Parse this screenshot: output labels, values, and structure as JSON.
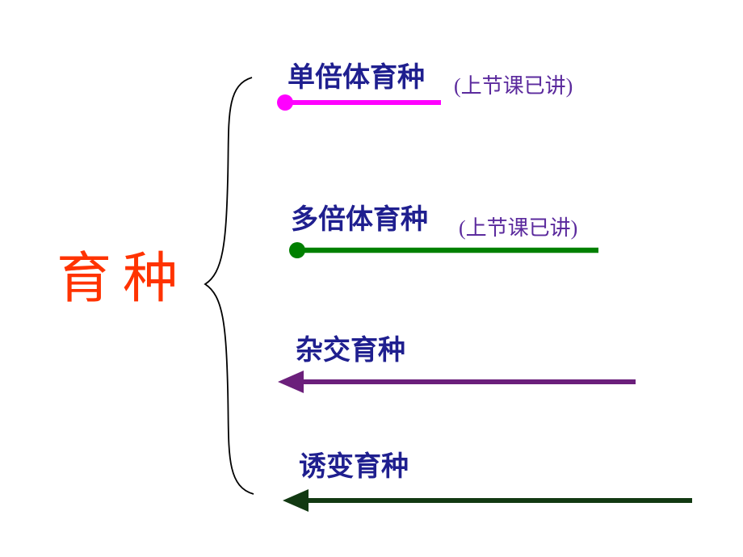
{
  "slide": {
    "title": "育种"
  },
  "colors": {
    "title": "#FF3300",
    "label": "#1F1F8F",
    "note": "#5B2A9D",
    "brace": "#000000",
    "haploid_line": "#FF00FF",
    "polyploid_line": "#008000",
    "cross_arrow": "#6B1F7B",
    "mutation_arrow": "#123912"
  },
  "branches": [
    {
      "label": "单倍体育种",
      "note": "(上节课已讲)"
    },
    {
      "label": "多倍体育种",
      "note": "(上节课已讲)"
    },
    {
      "label": "杂交育种"
    },
    {
      "label": "诱变育种"
    }
  ]
}
